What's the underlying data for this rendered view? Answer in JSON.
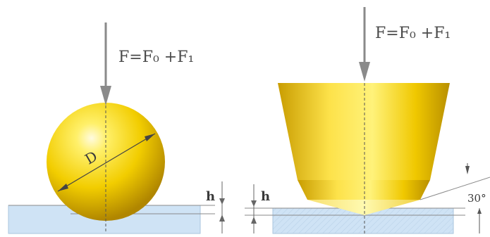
{
  "left": {
    "force_label": "F=F₀ +F₁",
    "diameter_label": "D",
    "depth_label": "h"
  },
  "right": {
    "force_label": "F=F₀ +F₁",
    "depth_label": "h",
    "angle_label": "30°"
  },
  "colors": {
    "arrow": "#8a8a8a",
    "indenter_light": "#fff27a",
    "indenter_mid": "#f3d20a",
    "indenter_dark": "#b88f00",
    "specimen": "#cfe3f5",
    "specimen_edge": "#9fbcd6",
    "guide_lines": "#7a7a7a"
  }
}
